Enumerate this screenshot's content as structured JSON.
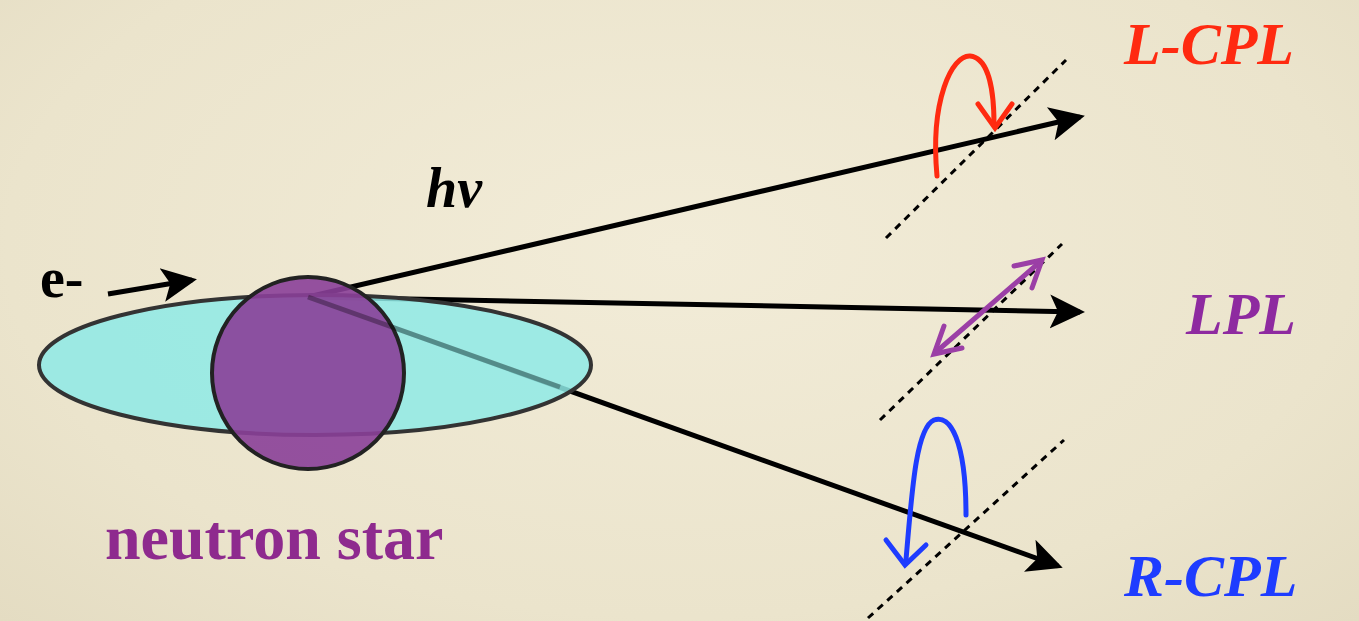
{
  "diagram": {
    "labels": [
      "e-",
      "hv",
      "neutron star",
      "L-CPL",
      "LPL",
      "R-CPL"
    ]
  }
}
